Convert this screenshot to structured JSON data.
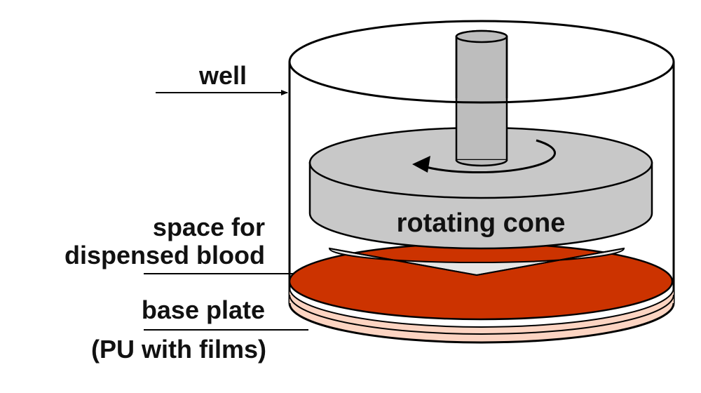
{
  "labels": {
    "well": "well",
    "space_line1": "space for",
    "space_line2": "dispensed blood",
    "base_line1": "base plate",
    "base_line2": "(PU with films)",
    "cone": "rotating cone"
  },
  "colors": {
    "outline": "#000000",
    "cone_gray": "#c8c8c8",
    "shaft_gray": "#bdbdbd",
    "cone_tip": "#e6e6e6",
    "blood": "#cc3300",
    "base_plate": "#fcd4c2",
    "background": "#ffffff"
  },
  "icons": {
    "rotation_arrow": "counterclockwise-arrow-icon"
  }
}
